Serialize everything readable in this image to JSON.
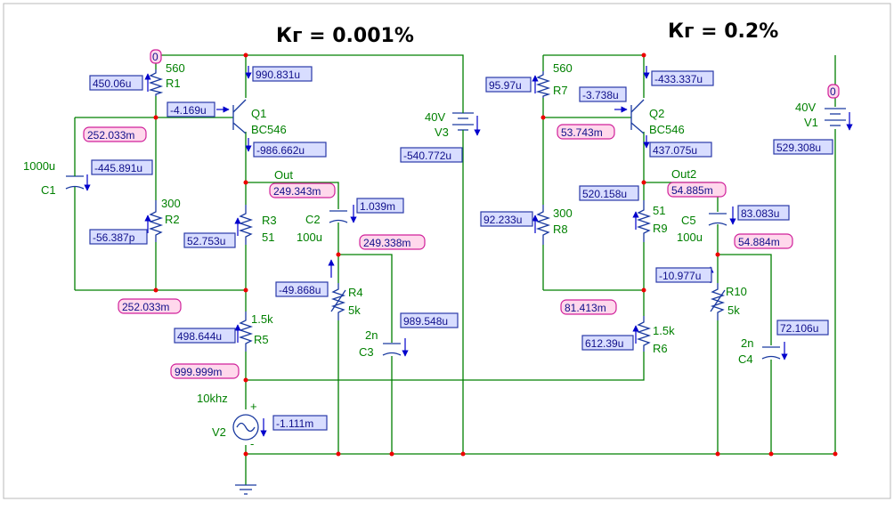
{
  "titles": {
    "left": "Кг = 0.001%",
    "right": "Кг = 0.2%"
  },
  "labels": {
    "r1_val": "560",
    "r1_name": "R1",
    "r2_val": "300",
    "r2_name": "R2",
    "r3_name": "R3",
    "r3_val": "51",
    "r4_name": "R4",
    "r4_val": "5k",
    "r5_val": "1.5k",
    "r5_name": "R5",
    "r6_val": "1.5k",
    "r6_name": "R6",
    "r7_val": "560",
    "r7_name": "R7",
    "r8_val": "300",
    "r8_name": "R8",
    "r9_val": "51",
    "r9_name": "R9",
    "r10_name": "R10",
    "r10_val": "5k",
    "c1_val": "1000u",
    "c1_name": "C1",
    "c2_name": "C2",
    "c2_val": "100u",
    "c3_val": "2n",
    "c3_name": "C3",
    "c4_val": "2n",
    "c4_name": "C4",
    "c5_name": "C5",
    "c5_val": "100u",
    "q1_name": "Q1",
    "q1_model": "BC546",
    "q2_name": "Q2",
    "q2_model": "BC546",
    "v3_val": "40V",
    "v3_name": "V3",
    "v1_val": "40V",
    "v1_name": "V1",
    "v2_freq": "10khz",
    "v2_name": "V2",
    "out1": "Out",
    "out2": "Out2",
    "node0_left": "0",
    "node0_right": "0",
    "plus": "+",
    "minus": "-"
  },
  "voltages": {
    "n252_top": "252.033m",
    "n_out": "249.343m",
    "n_c2": "249.338m",
    "n252_bot": "252.033m",
    "n_v2": "999.999m",
    "n53": "53.743m",
    "n_out2": "54.885m",
    "n_c5": "54.884m",
    "n81": "81.413m"
  },
  "currents": {
    "r1": "450.06u",
    "q1_c": "990.831u",
    "q1_b": "-4.169u",
    "q1_e": "-986.662u",
    "v3": "-540.772u",
    "c1": "-445.891u",
    "r2": "-56.387p",
    "r3": "52.753u",
    "c2": "1.039m",
    "r4": "-49.868u",
    "c3": "989.548u",
    "r5": "498.644u",
    "v2": "-1.111m",
    "r7": "95.97u",
    "q2_b": "-3.738u",
    "q2_c": "-433.337u",
    "q2_e": "437.075u",
    "v1": "529.308u",
    "r9": "520.158u",
    "r8": "92.233u",
    "c5": "83.083u",
    "r10": "-10.977u",
    "c4": "72.106u",
    "r6": "612.39u"
  }
}
